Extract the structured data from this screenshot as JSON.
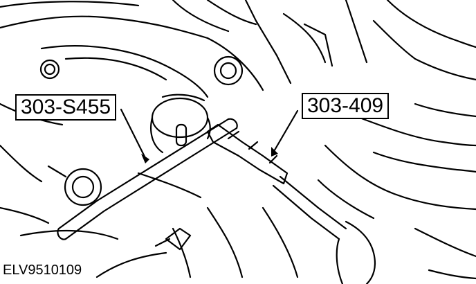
{
  "callouts": {
    "left_tool": "303-S455",
    "right_tool": "303-409"
  },
  "figure_id": "ELV9510109",
  "colors": {
    "line": "#000000",
    "background": "#ffffff"
  }
}
